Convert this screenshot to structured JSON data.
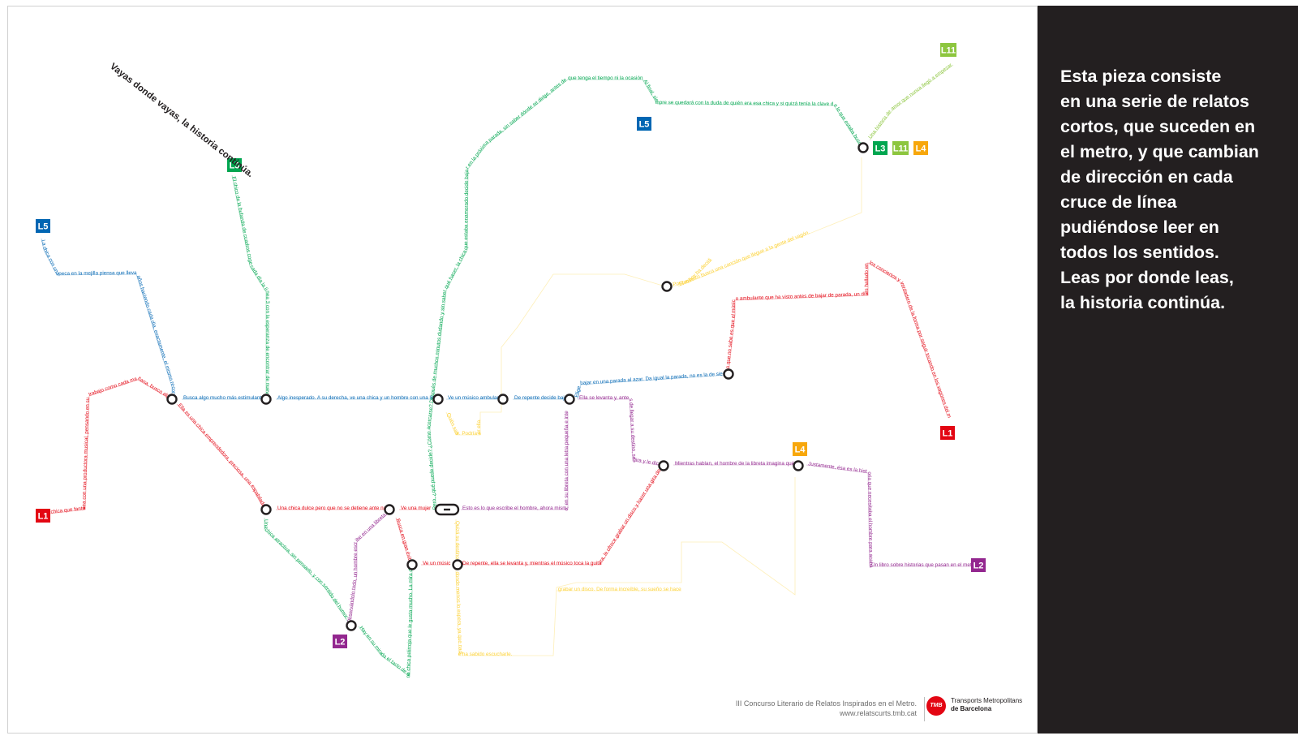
{
  "poster": {
    "tagline": "Vayas donde vayas, la historia continúa.",
    "colors": {
      "L1": "#e30613",
      "L2": "#93278f",
      "L3": "#00a650",
      "L4": "#f7a70c",
      "L5": "#0066b3",
      "L11": "#8dc63f",
      "yellow_route": "#fcd134",
      "ink": "#231f20"
    },
    "badges": [
      {
        "label": "L5",
        "line": "L5"
      },
      {
        "label": "L3",
        "line": "L3"
      },
      {
        "label": "L1",
        "line": "L1"
      },
      {
        "label": "L2",
        "line": "L2"
      },
      {
        "label": "L5",
        "line": "L5"
      },
      {
        "label": "L11",
        "line": "L11"
      },
      {
        "label": "L3",
        "line": "L3"
      },
      {
        "label": "L11",
        "line": "L11"
      },
      {
        "label": "L4",
        "line": "L4"
      },
      {
        "label": "L1",
        "line": "L1"
      },
      {
        "label": "L4",
        "line": "L4"
      },
      {
        "label": "L2",
        "line": "L2"
      }
    ],
    "stories": [
      {
        "line": "L5",
        "text": "La chica con una peca en la mejilla piensa que lleva años haciendo cada día, exactamente, el mismo recorrido."
      },
      {
        "line": "L5",
        "text": "Busca algo mucho más estimulante."
      },
      {
        "line": "L5",
        "text": "Algo inesperado. A su derecha, ve una chica y un hombre con una libreta."
      },
      {
        "line": "L5",
        "text": "Ve un músico ambulante."
      },
      {
        "line": "L5",
        "text": "De repente decide bajar."
      },
      {
        "line": "L5",
        "text": "Elige bajar en una parada al azar. Da igual la parada, no es la de siempre."
      },
      {
        "line": "L3",
        "text": "El chico de la bufanda de cuadros coge cada día la línea 3 con la esperanza de encontrar de nuevo a la chica de la que se enamoró"
      },
      {
        "line": "L3",
        "text": "Una chica atractiva, sin pensarlo, y con sentido del humor."
      },
      {
        "line": "L3",
        "text": "Hay en su mirada el tacto de una chica pelirroja que le gusta mucho. La mira de reojo."
      },
      {
        "line": "L3",
        "text": "Pero, ¿qué puede decirle? ¿Cómo acercarse? Después de muchos minutos dudando y sin saber qué hacer, la chica que estaba enamorado decide bajar en la próxima parada, sin saber dónde se dirige, antes de que tenga el tiempo ni la ocasión de decirle nada."
      },
      {
        "line": "L3",
        "text": "Al final, siempre se quedará con la duda de quién era esa chica y si quizá tenía la clave de lo que estaba buscando."
      },
      {
        "line": "L11",
        "text": "Una historia de amor que nunca llegó a empezar"
      },
      {
        "line": "L1",
        "text": "La chica que fantasea con una productora musical, pensando en su trabajo como cada mañana, busca algo novedoso."
      },
      {
        "line": "L1",
        "text": "Ella es una chica emprendedora, preciosa, una espabilada."
      },
      {
        "line": "L1",
        "text": "Una chica dulce pero que no se detiene ante nada."
      },
      {
        "line": "L1",
        "text": "Ve una mujer."
      },
      {
        "line": "L1",
        "text": "Busca en gran éxito."
      },
      {
        "line": "L1",
        "text": "Ve un músico."
      },
      {
        "line": "L1",
        "text": "De repente, ella se levanta y, mientras el músico toca la guitarra, le ofrece grabar un disco y hacer una gira de producción propia, en su compañía."
      },
      {
        "line": "L1",
        "text": "Lo que no sabe es que el músico ambulante que ha visto antes de bajar de parada, un día es hallado en los conciertos y verdadero de la forma por seguir tocando en los vagones del metro."
      },
      {
        "line": "L2",
        "text": "Observándolo todo, un hombre escribe en una libreta."
      },
      {
        "line": "L2",
        "text": "Esto es lo que escribe el hombre, ahora mismo, en su libreta con una letra pequeña e inteligible:"
      },
      {
        "line": "L2",
        "text": "Ella se levanta y, antes de llegar a su destino, se gira y le dice que es un músico."
      },
      {
        "line": "L2",
        "text": "Mientras hablan, el hombre de la libreta imagina qué dicen."
      },
      {
        "line": "L2",
        "text": "Justamente, ésa es la historia que necesitaba el hombre para acabar el libro."
      },
      {
        "line": "L2",
        "text": "Un libro sobre historias que pasan en el metro."
      },
      {
        "line": "L4",
        "text": "Porque hoy ha decidido"
      },
      {
        "line": "L4",
        "text": "El músico busca una canción que llegue a la gente del vagón."
      },
      {
        "line": "L4",
        "text": "Quién sabe. Podría ser ella."
      },
      {
        "line": "L4",
        "text": "Quizá su destino esté donde menos lo espera, ya que nadie ha sabido escucharle."
      },
      {
        "line": "L4",
        "text": "grabar un disco. De forma increíble, su sueño se hace realidad"
      }
    ],
    "footer": {
      "contest": "III Concurso Literario de Relatos Inspirados en el Metro.",
      "url": "www.relatscurts.tmb.cat",
      "logo": "TMB",
      "org_line1": "Transports Metropolitans",
      "org_line2": "de Barcelona"
    }
  },
  "side_panel": {
    "text": "Esta pieza consiste\nen una serie de relatos\ncortos, que suceden en\nel metro, y que cambian\nde dirección en cada\ncruce de línea\npudiéndose leer en\ntodos los sentidos.\nLeas por donde leas,\nla historia continúa."
  }
}
